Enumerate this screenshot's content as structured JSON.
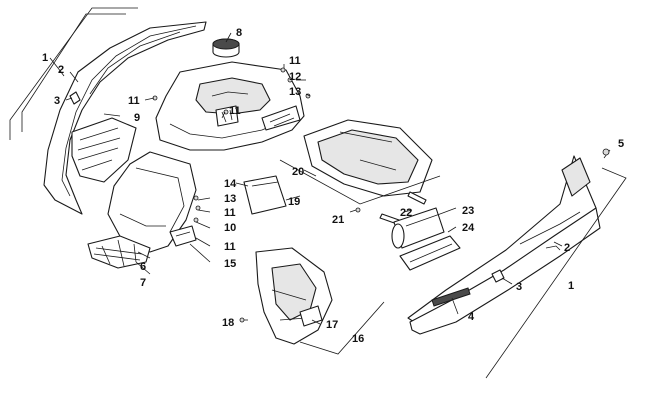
{
  "callouts": {
    "c1a": "1",
    "c2a": "2",
    "c3a": "3",
    "c8": "8",
    "c9": "9",
    "c11a": "11",
    "c11b": "11",
    "c11c": "11",
    "c11d": "11",
    "c11e": "11",
    "c12": "12",
    "c13a": "13",
    "c13b": "13",
    "c14": "14",
    "c10": "10",
    "c15": "15",
    "c6": "6",
    "c7": "7",
    "c19": "19",
    "c20": "20",
    "c21": "21",
    "c22": "22",
    "c23": "23",
    "c24": "24",
    "c5": "5",
    "c2b": "2",
    "c3b": "3",
    "c1b": "1",
    "c4": "4",
    "c16": "16",
    "c17": "17",
    "c18": "18"
  }
}
